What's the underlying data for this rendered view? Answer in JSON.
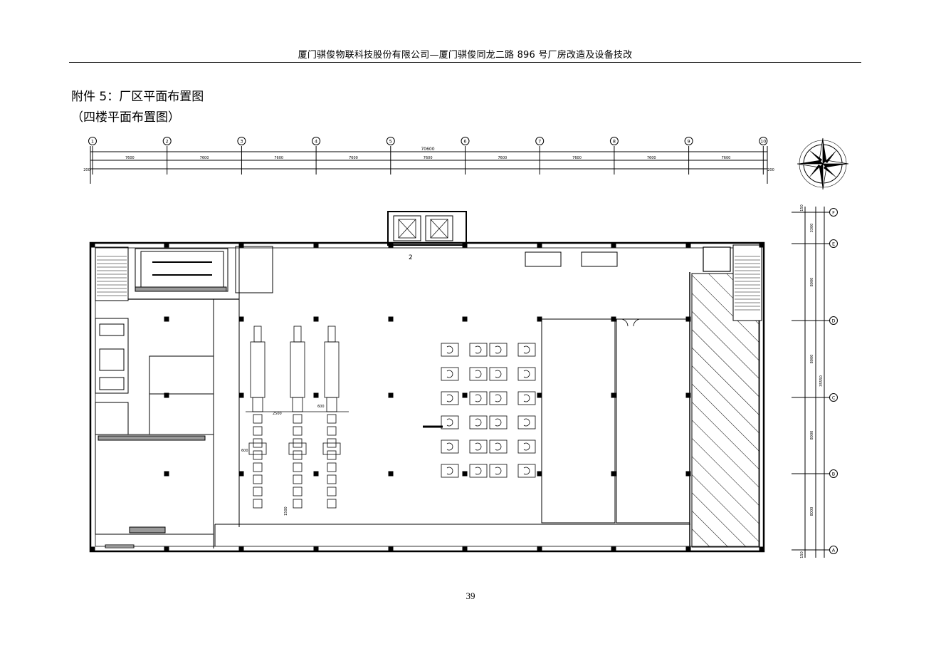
{
  "header": {
    "title": "厦门骐俊物联科技股份有限公司—厦门骐俊同龙二路 896 号厂房改造及设备技改"
  },
  "captions": {
    "line1": "附件 5：厂区平面布置图",
    "line2": "（四楼平面布置图）"
  },
  "page_number": "39",
  "plan": {
    "total_dimension": "70600",
    "bay_dimension": "7600",
    "edge_dimension": "200",
    "grid_numbers": [
      "1",
      "2",
      "3",
      "4",
      "5",
      "6",
      "7",
      "8",
      "9",
      "10"
    ],
    "grid_letters": [
      "F",
      "E",
      "D",
      "C",
      "B",
      "A"
    ],
    "vertical_dims": [
      "150",
      "3300",
      "8000",
      "8000",
      "8000",
      "8000",
      "150"
    ],
    "vertical_total": "35550",
    "marker_2": "2",
    "dim_labels": [
      "2500",
      "600",
      "600",
      "1500"
    ]
  }
}
